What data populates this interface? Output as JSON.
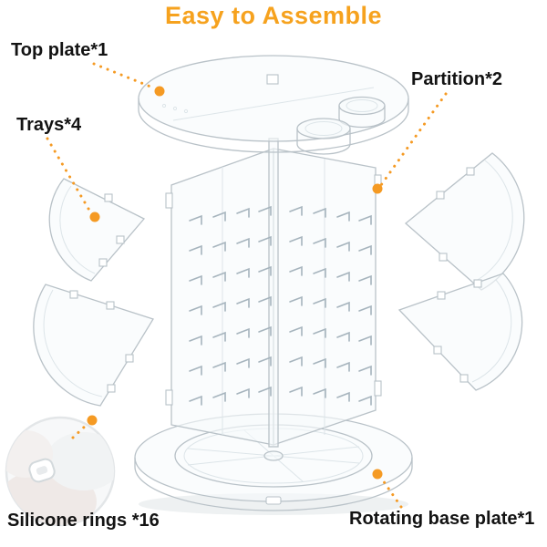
{
  "title": "Easy to Assemble",
  "colors": {
    "accent_orange": "#F6A21E",
    "connector_orange": "#F59A23",
    "label_text": "#131313",
    "acrylic_outline": "#b9c2c8"
  },
  "callouts": {
    "top_plate": {
      "label": "Top plate*1"
    },
    "partition": {
      "label": "Partition*2"
    },
    "trays": {
      "label": "Trays*4"
    },
    "silicone": {
      "label": "Silicone rings *16"
    },
    "base_plate": {
      "label": "Rotating base plate*1"
    }
  },
  "illustration": {
    "parts": [
      "top-plate",
      "cup-holders",
      "partition-panels",
      "hook-pegs",
      "corner-trays",
      "rotating-base-plate",
      "silicone-ring-zoom-inset"
    ]
  }
}
